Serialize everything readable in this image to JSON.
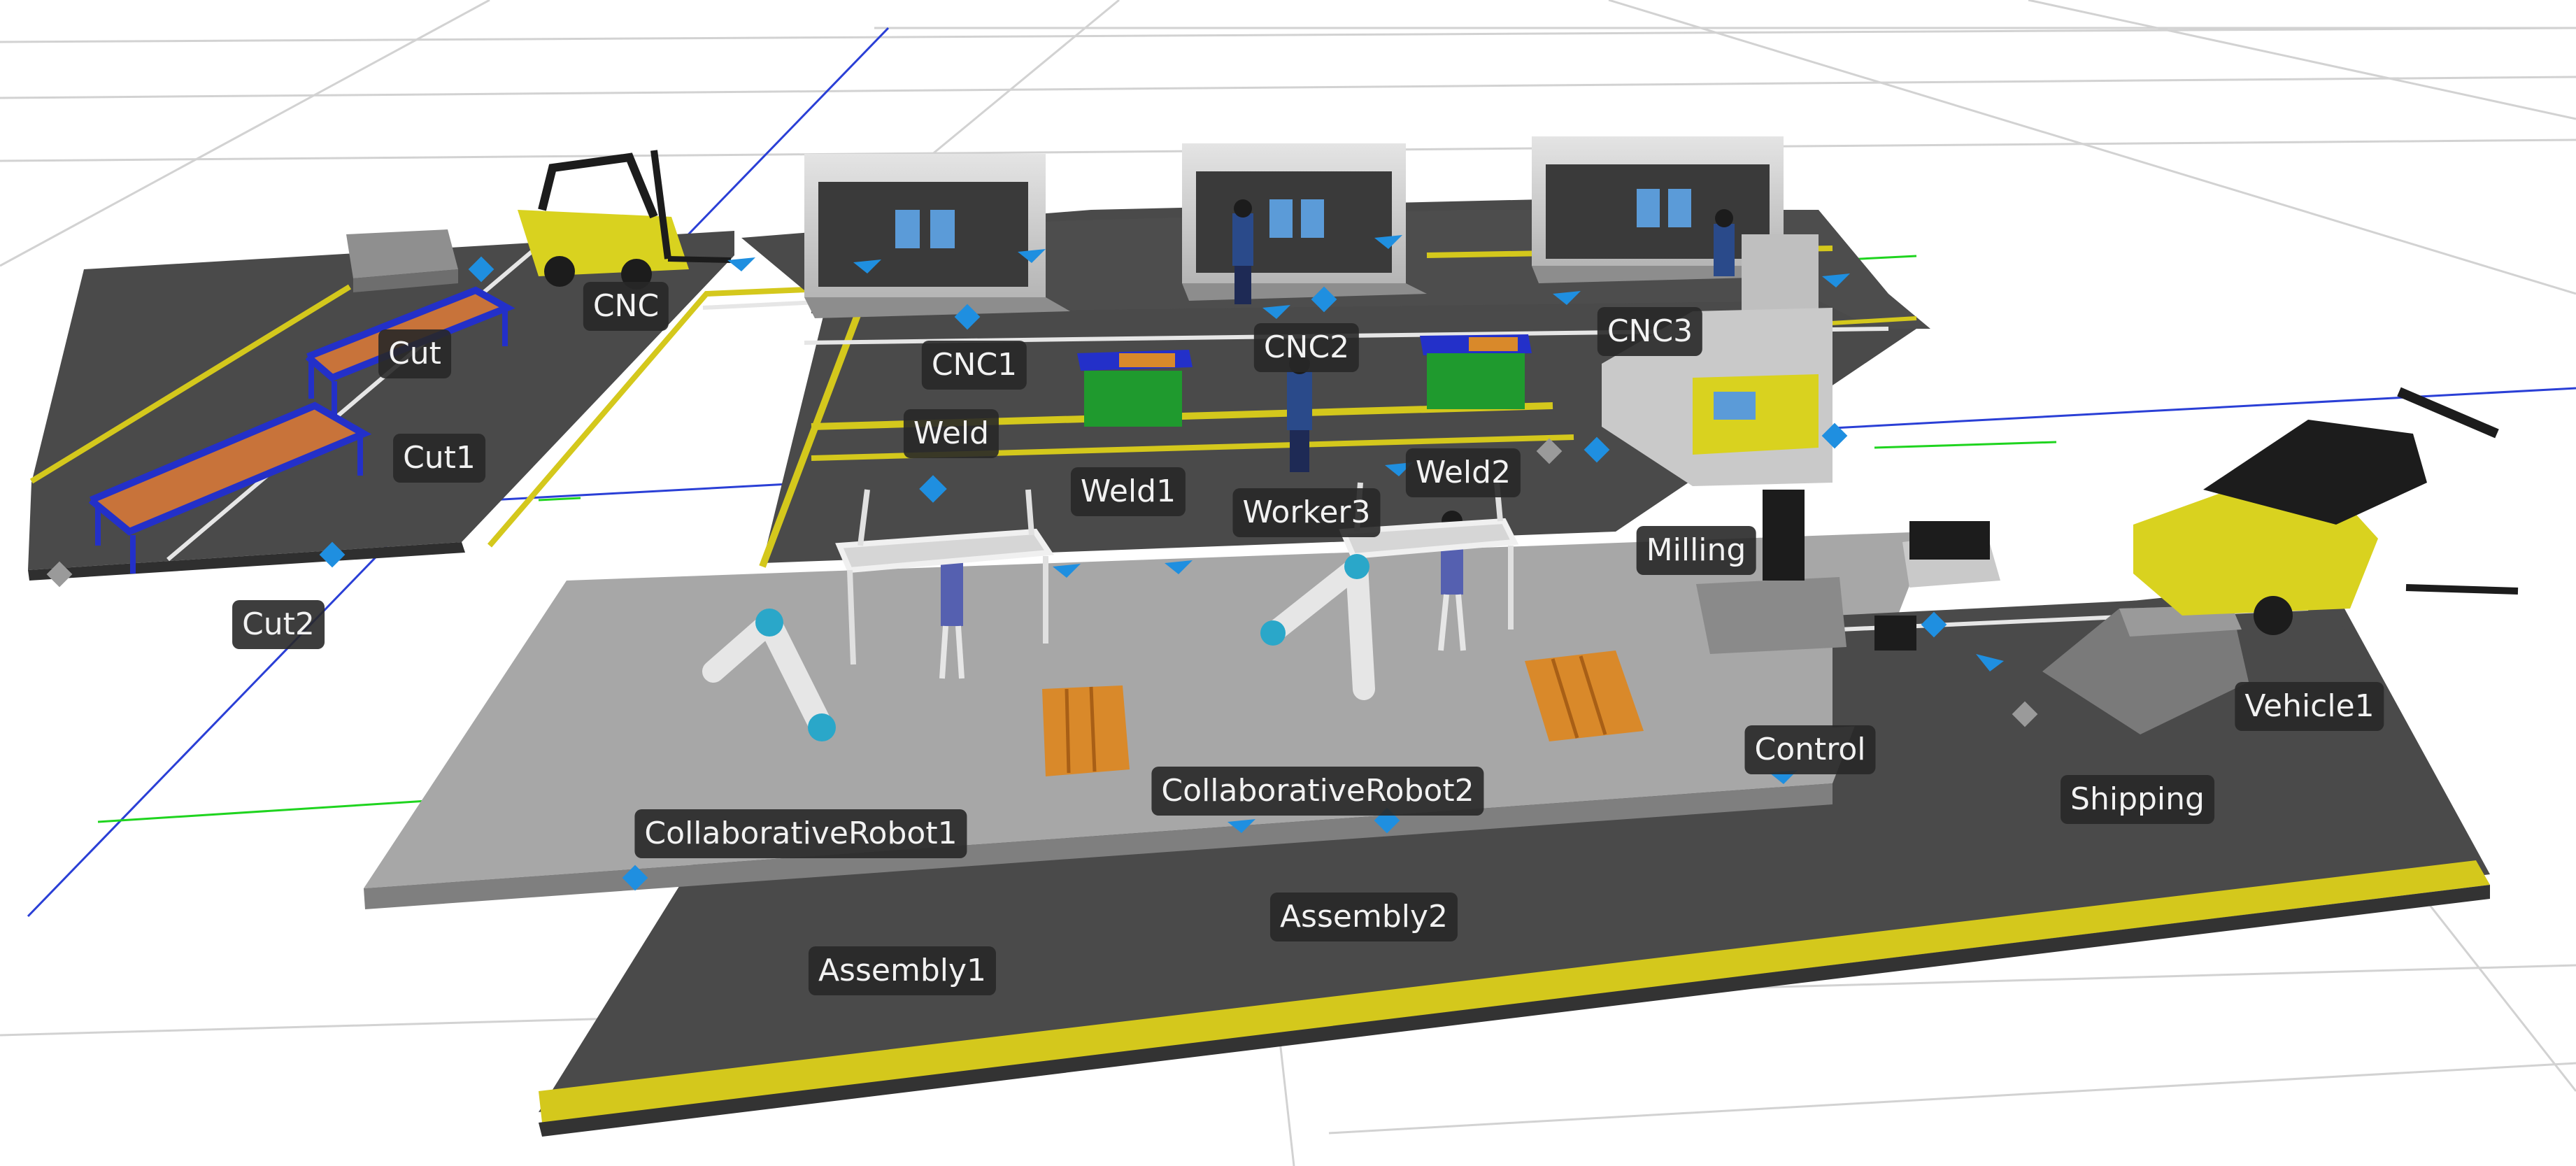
{
  "colors": {
    "background": "#ffffff",
    "grid": "#cfcfcf",
    "floor_dark": "#4a4a4a",
    "floor_light": "#a7a7a7",
    "stripe_yellow": "#d4c81c",
    "stripe_white": "#e6e6e6",
    "axis_blue": "#2a3fd6",
    "axis_green": "#1fd41f",
    "connector_blue": "#1f8fe0",
    "connector_gray": "#9a9a9a",
    "label_bg": "#2a2a2a",
    "label_text": "#f2f2f2",
    "machine_body": "#cfcfcf",
    "machine_panel": "#3a3a3a",
    "machine_window": "#5b9bd8",
    "forklift_yellow": "#d9d21f",
    "forklift_black": "#1c1c1c",
    "table_blue": "#2330c9",
    "table_top": "#c8733a",
    "pallet": "#d9892a",
    "weld_green": "#1f9a2e"
  },
  "labels": [
    {
      "id": "cut",
      "text": "Cut"
    },
    {
      "id": "cut1",
      "text": "Cut1"
    },
    {
      "id": "cut2",
      "text": "Cut2"
    },
    {
      "id": "cnc",
      "text": "CNC"
    },
    {
      "id": "cnc1",
      "text": "CNC1"
    },
    {
      "id": "cnc2",
      "text": "CNC2"
    },
    {
      "id": "cnc3",
      "text": "CNC3"
    },
    {
      "id": "weld",
      "text": "Weld"
    },
    {
      "id": "weld1",
      "text": "Weld1"
    },
    {
      "id": "weld2",
      "text": "Weld2"
    },
    {
      "id": "worker3",
      "text": "Worker3"
    },
    {
      "id": "milling",
      "text": "Milling"
    },
    {
      "id": "control",
      "text": "Control"
    },
    {
      "id": "shipping",
      "text": "Shipping"
    },
    {
      "id": "vehicle1",
      "text": "Vehicle1"
    },
    {
      "id": "collaborative_robot1",
      "text": "CollaborativeRobot1"
    },
    {
      "id": "collaborative_robot2",
      "text": "CollaborativeRobot2"
    },
    {
      "id": "assembly1",
      "text": "Assembly1"
    },
    {
      "id": "assembly2",
      "text": "Assembly2"
    }
  ]
}
